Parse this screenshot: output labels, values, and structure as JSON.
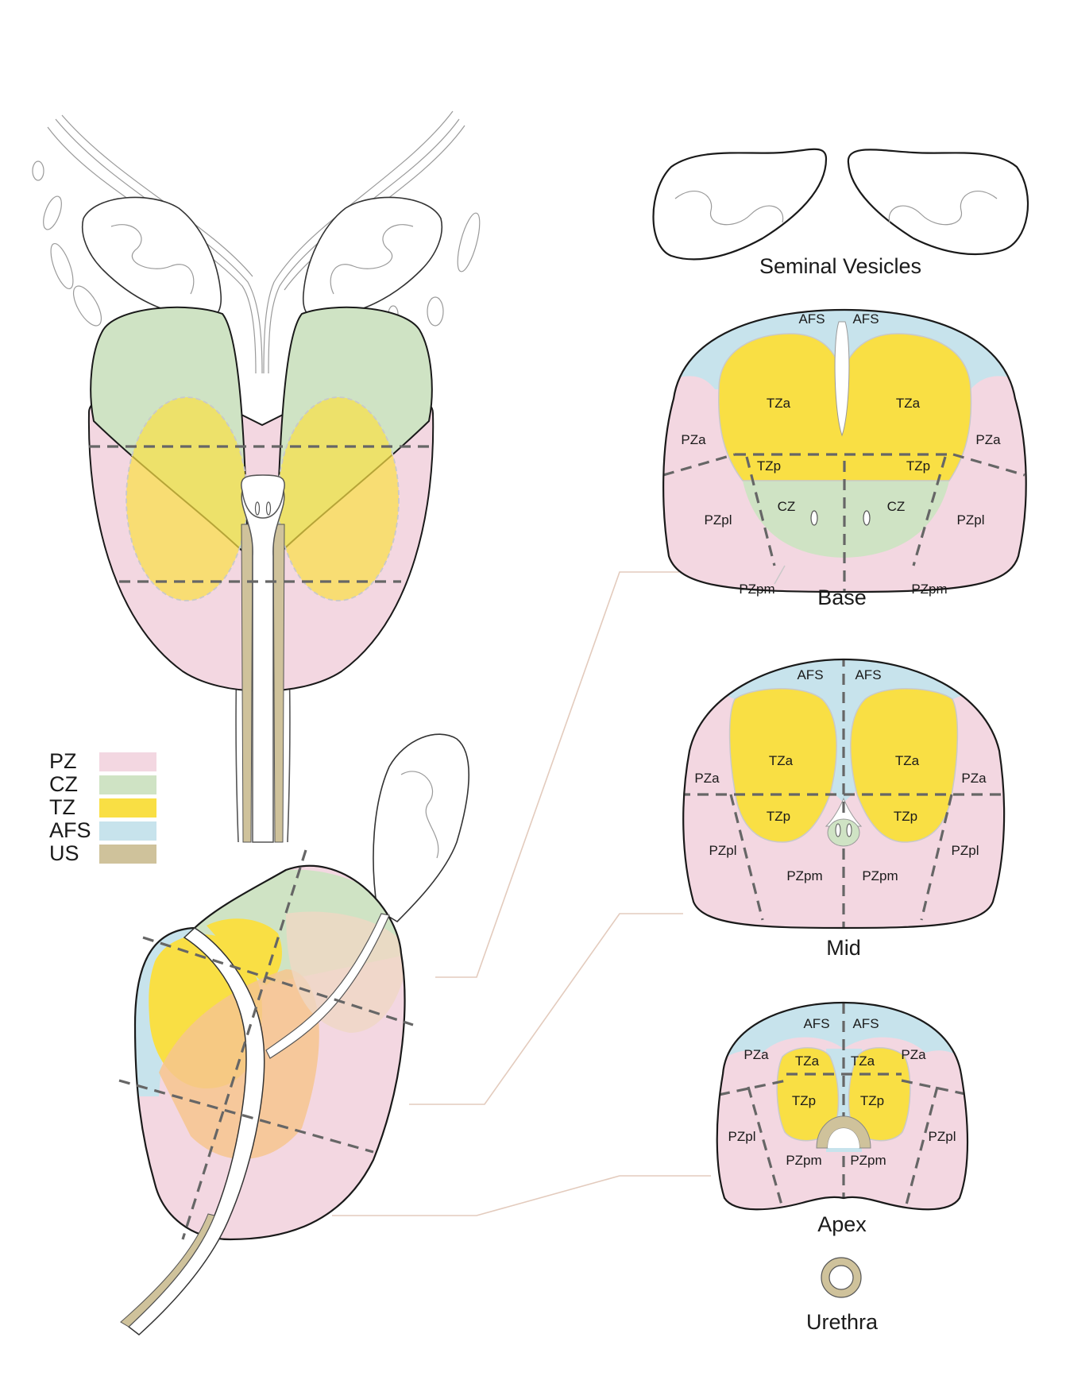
{
  "colors": {
    "PZ": "#f3d7e1",
    "CZ": "#cfe3c4",
    "TZ": "#f9df44",
    "AFS": "#c7e3ec",
    "US": "#cfc29b",
    "overlap_orange": "#f6c58e",
    "outline": "#1a1a1a",
    "dash": "#666666"
  },
  "legend": [
    {
      "label": "PZ",
      "color": "#f3d7e1"
    },
    {
      "label": "CZ",
      "color": "#cfe3c4"
    },
    {
      "label": "TZ",
      "color": "#f9df44"
    },
    {
      "label": "AFS",
      "color": "#c7e3ec"
    },
    {
      "label": "US",
      "color": "#cfc29b"
    }
  ],
  "titles": {
    "seminal_vesicles": "Seminal Vesicles",
    "base": "Base",
    "mid": "Mid",
    "apex": "Apex",
    "urethra": "Urethra"
  },
  "base_labels": {
    "afs_left": "AFS",
    "afs_right": "AFS",
    "tza_left": "TZa",
    "tza_right": "TZa",
    "tzp_left": "TZp",
    "tzp_right": "TZp",
    "pza_left": "PZa",
    "pza_right": "PZa",
    "cz_left": "CZ",
    "cz_right": "CZ",
    "pzpl_left": "PZpl",
    "pzpl_right": "PZpl",
    "pzpm_left": "PZpm",
    "pzpm_right": "PZpm"
  },
  "mid_labels": {
    "afs_left": "AFS",
    "afs_right": "AFS",
    "tza_left": "TZa",
    "tza_right": "TZa",
    "pza_left": "PZa",
    "pza_right": "PZa",
    "tzp_left": "TZp",
    "tzp_right": "TZp",
    "pzpl_left": "PZpl",
    "pzpl_right": "PZpl",
    "pzpm_left": "PZpm",
    "pzpm_right": "PZpm"
  },
  "apex_labels": {
    "afs_left": "AFS",
    "afs_right": "AFS",
    "pza_left": "PZa",
    "pza_right": "PZa",
    "tza_left": "TZa",
    "tza_right": "TZa",
    "tzp_left": "TZp",
    "tzp_right": "TZp",
    "pzpl_left": "PZpl",
    "pzpl_right": "PZpl",
    "pzpm_left": "PZpm",
    "pzpm_right": "PZpm"
  }
}
